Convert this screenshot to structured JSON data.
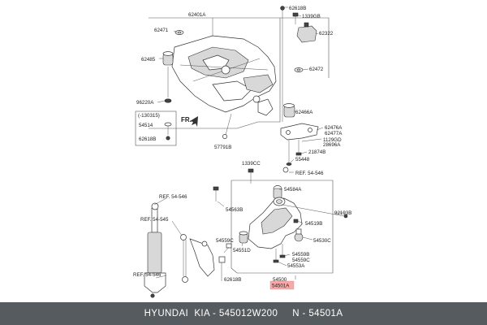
{
  "labels": {
    "p62401A": "62401A",
    "p62618B_top": "62618B",
    "p1339GB": "1339GB",
    "p62322": "62322",
    "p62471": "62471",
    "p62485": "62485",
    "p62472": "62472",
    "p96220A": "96220A",
    "p62466A": "62466A",
    "p130315": "(-130315)",
    "p54514": "54514",
    "p62618B_box": "62618B",
    "fr": "FR.",
    "p57791B": "57791B",
    "p62476A": "62476A",
    "p62477A": "62477A",
    "p1129GD": "1129GD",
    "p28696A": "28696A",
    "p21874B": "21874B",
    "p55448": "55448",
    "p1339CC": "1339CC",
    "ref546_a": "REF. 54-546",
    "p54584A": "54584A",
    "ref546_b": "REF. 54-546",
    "p54563B": "54563B",
    "p92193B": "92193B",
    "ref545": "REF. 54-545",
    "p54519B": "54519B",
    "p54530C": "54530C",
    "p54559C_l": "54559C",
    "p54551D": "54551D",
    "p54559B": "54559B",
    "p54559C_r": "54559C",
    "p54553A": "54553A",
    "ref546_c": "REF. 54-546",
    "p62618B_bot": "62618B",
    "p54500": "54500",
    "p54501A": "54501A"
  },
  "caption": "HYUNDAI  KIA - 545012W200     N - 54501A",
  "colors": {
    "caption_bg": "#555b5f",
    "highlight": "#f7a8a8"
  }
}
